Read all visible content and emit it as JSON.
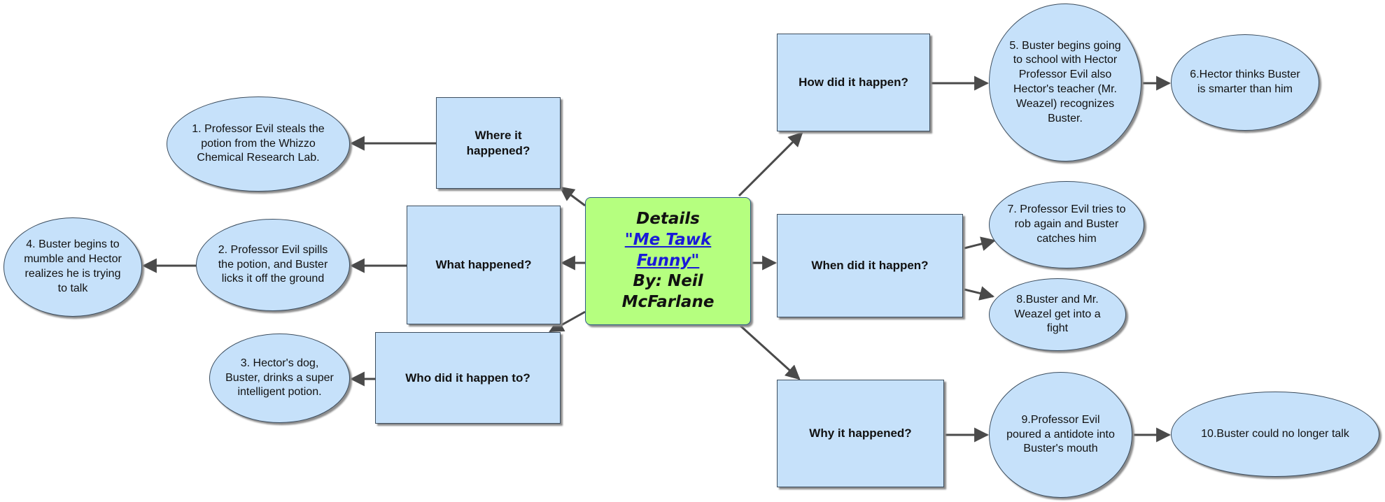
{
  "diagram": {
    "center": {
      "line1": "Details",
      "link": "\"Me Tawk Funny\"",
      "line3": "By: Neil McFarlane"
    },
    "boxes": {
      "where": "Where it happened?",
      "what": "What happened?",
      "who": "Who did it happen to?",
      "how": "How did it happen?",
      "when": "When did it happen?",
      "why": "Why it happened?"
    },
    "ellipses": {
      "e1": "1. Professor Evil steals the potion from the Whizzo Chemical Research Lab.",
      "e2": "2. Professor Evil spills the potion, and Buster licks it off the ground",
      "e3": "3. Hector's dog, Buster, drinks a super intelligent potion.",
      "e4": "4. Buster begins to mumble and Hector realizes he is trying to talk",
      "e5": "5. Buster begins going to school with Hector Professor Evil also Hector's teacher (Mr. Weazel) recognizes Buster.",
      "e6": "6.Hector thinks Buster is smarter than him",
      "e7": "7. Professor Evil tries to rob again and Buster catches him",
      "e8": "8.Buster and Mr. Weazel get into a fight",
      "e9": "9.Professor Evil poured a antidote into Buster's mouth",
      "e10": "10.Buster could no longer talk"
    },
    "colors": {
      "box_fill": "#c6e1fa",
      "center_fill": "#b5ff7f",
      "link": "#1a1ad8",
      "arrow": "#4a4a4a"
    }
  }
}
